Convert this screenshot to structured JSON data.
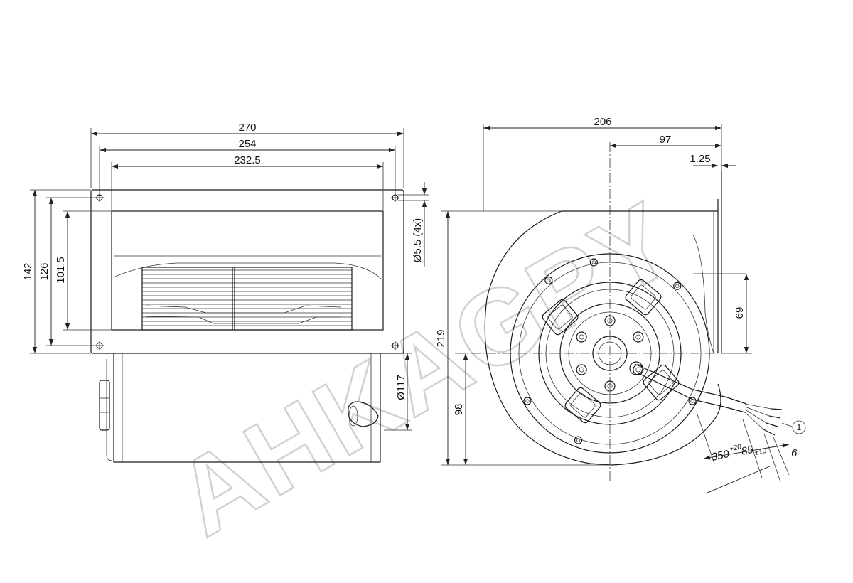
{
  "front_view": {
    "dim_overall_width": "270",
    "dim_flange_hole_spacing": "254",
    "dim_inlet_width": "232.5",
    "dim_overall_height": "142",
    "dim_hole_vertical_spacing": "126",
    "dim_inlet_height": "101.5",
    "dim_hole_diameter": "Ø5.5 (4x)",
    "dim_motor_diameter": "Ø117"
  },
  "side_view": {
    "dim_total_depth": "206",
    "dim_axis_to_flange": "97",
    "dim_flange_thickness": "1.25",
    "dim_outlet_height": "69",
    "dim_total_height": "219",
    "dim_axis_height": "98",
    "dim_cable_length": "350",
    "dim_cable_length_tol": "+20",
    "dim_strip_length": "85",
    "dim_strip_length_tol": "±10",
    "dim_wire_end": "6",
    "callout_number": "1"
  },
  "watermark": "AHKAGPY",
  "colors": {
    "line": "#1a1a1a",
    "watermark": "#c9c9c9"
  }
}
